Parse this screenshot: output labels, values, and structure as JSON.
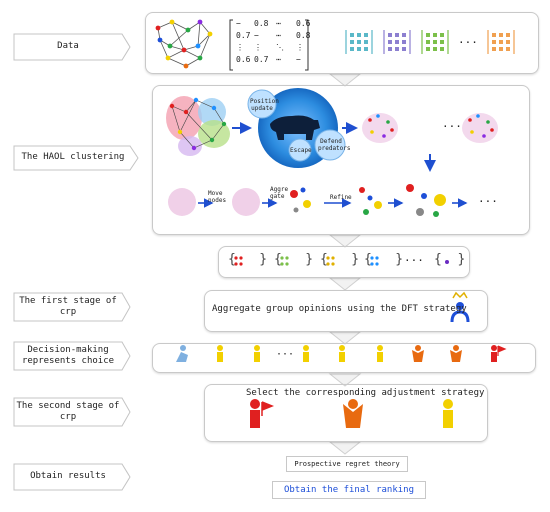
{
  "steps": {
    "data": "Data",
    "haol": "The HAOL clustering",
    "first_stage": "The first stage of crp",
    "decision": "Decision-making represents choice",
    "second_stage": "The second stage of crp",
    "results": "Obtain results"
  },
  "matrix": {
    "row1": [
      "−",
      "0.8",
      "⋯",
      "0.6"
    ],
    "row2": [
      "0.7",
      "−",
      "⋯",
      "0.8"
    ],
    "row3": [
      "⋮",
      "⋮",
      "⋱",
      "⋮"
    ],
    "row4": [
      "0.6",
      "0.7",
      "⋯",
      "−"
    ]
  },
  "ellipsis": "···",
  "hippo": {
    "position_update": "Position update",
    "escape": "Escape",
    "defend": "Defend predators"
  },
  "haol_steps": {
    "move": "Move nodes",
    "aggregate": "Aggre gate",
    "refine": "Refine"
  },
  "first_stage_text": "Aggregate group opinions using the DFT strategy",
  "second_stage_text": "Select the corresponding adjustment strategy",
  "prospective": "Prospective regret theory",
  "final_ranking": "Obtain the final ranking",
  "colors": {
    "red": "#e02020",
    "orange": "#e86a10",
    "yellow": "#f2d000",
    "blue": "#1e4fd8",
    "arrow": "#1f4fd0"
  }
}
